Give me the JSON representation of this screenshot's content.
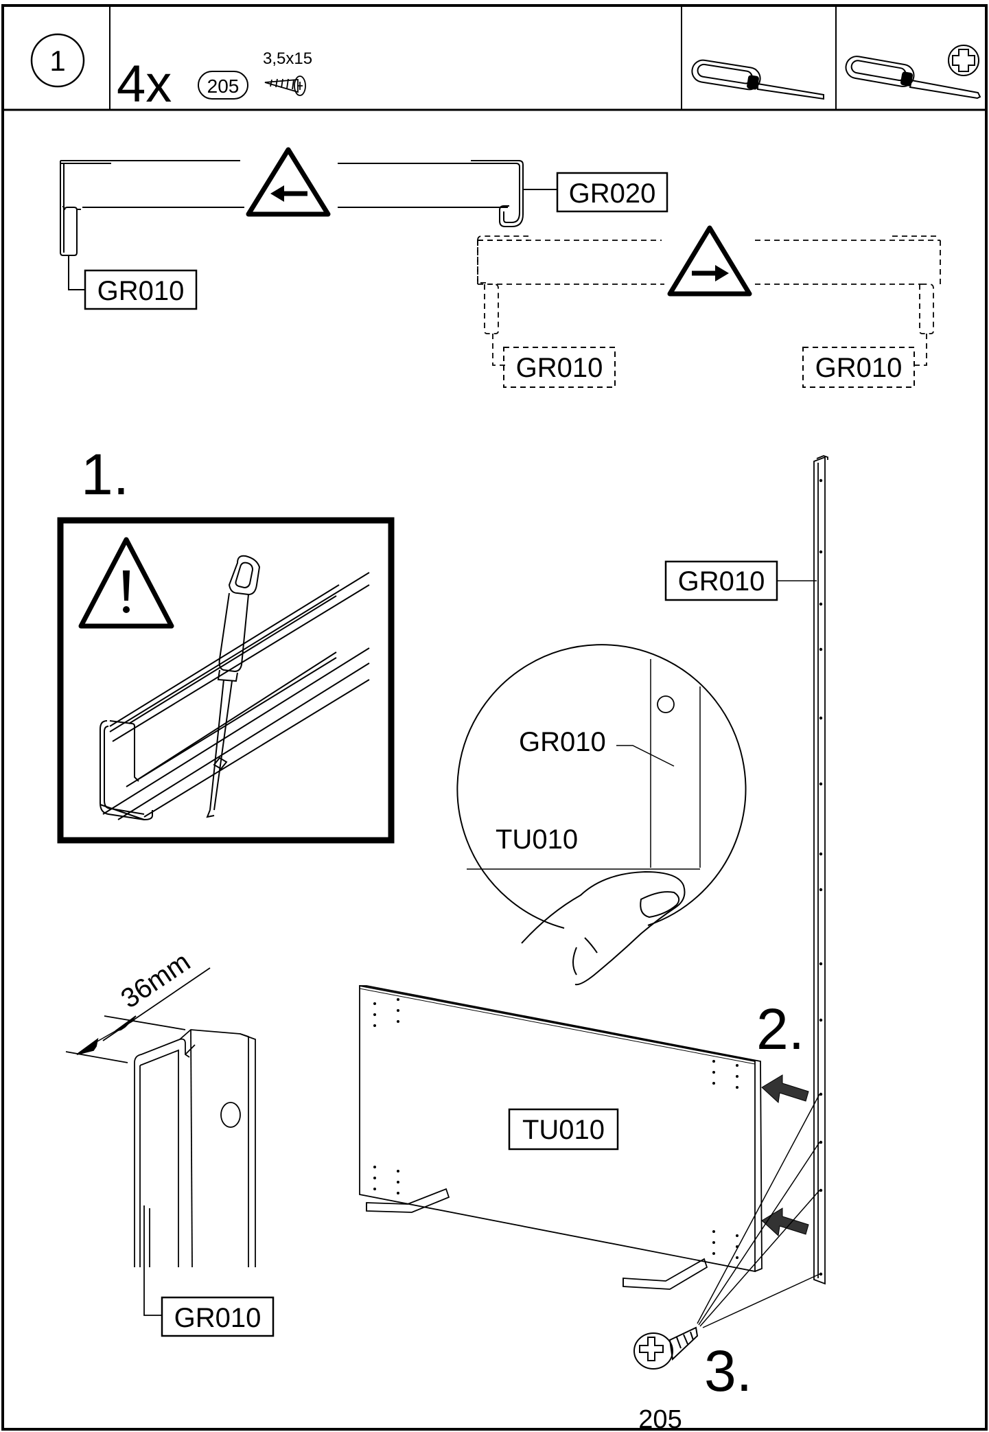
{
  "header": {
    "step_number": "1",
    "quantity": "4x",
    "part_number": "205",
    "screw_size": "3,5x15",
    "tool_icons": [
      "flathead-screwdriver-icon",
      "phillips-screwdriver-icon"
    ]
  },
  "profiles": {
    "top_label": "GR020",
    "left_label": "GR010",
    "mirror_left_label": "GR010",
    "mirror_right_label": "GR010",
    "warning_icons": [
      "warning-arrow-left-icon",
      "warning-arrow-right-icon"
    ]
  },
  "step1": {
    "number": "1.",
    "warning_icon": "warning-exclamation-icon"
  },
  "detail_circle": {
    "profile_label": "GR010",
    "panel_label": "TU010"
  },
  "assembly": {
    "rail_label": "GR010",
    "panel_label": "TU010",
    "step2": "2.",
    "step3": "3.",
    "screw_part": "205"
  },
  "profile_detail": {
    "width": "36mm",
    "label": "GR010"
  }
}
